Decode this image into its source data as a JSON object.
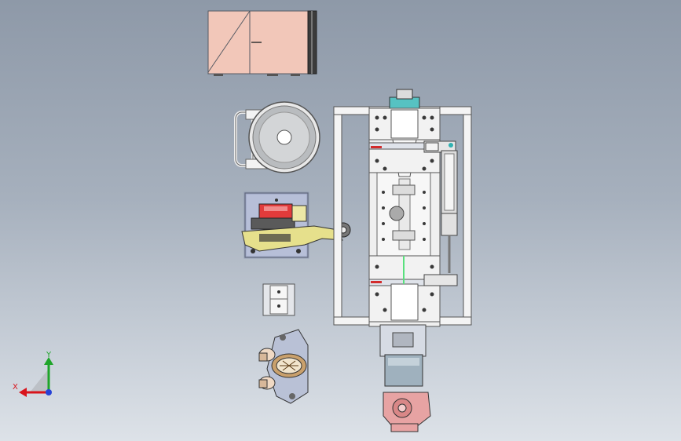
{
  "triad": {
    "x_label": "X",
    "y_label": "Y",
    "x_color": "#d8141c",
    "y_color": "#1fa52a",
    "z_color": "#2642d6"
  },
  "colors": {
    "frame": "#f4f4f4",
    "outline": "#555a63",
    "box_fill": "#f2c7b9",
    "bracket_yellow": "#e6e08c",
    "pneumatic_teal": "#2fb1b1",
    "pink_part": "#e7a3a3",
    "glow_green": "#59e07d"
  },
  "components": [
    "electrical-box",
    "cutting-disc",
    "gripper-assembly",
    "small-bracket",
    "spindle-motor-head",
    "main-frame",
    "pneumatic-cylinder",
    "drive-motor"
  ]
}
